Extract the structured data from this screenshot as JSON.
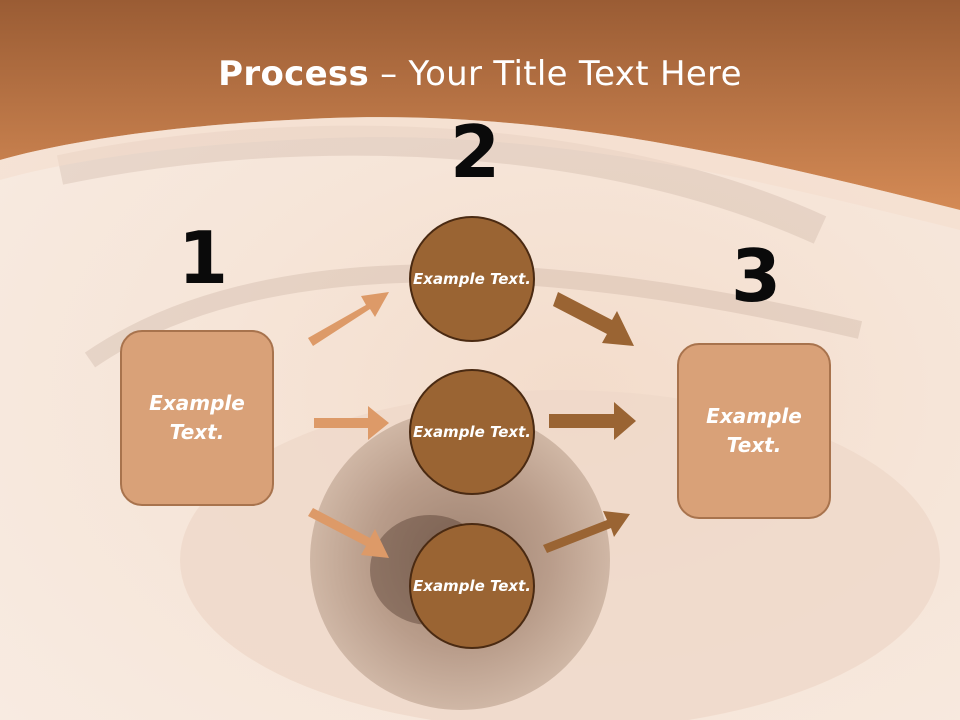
{
  "title": {
    "strong": "Process",
    "rest": " – Your Title Text Here"
  },
  "steps": {
    "one": "1",
    "two": "2",
    "three": "3"
  },
  "left_box": "Example Text.",
  "right_box": "Example Text.",
  "circles": [
    "Example Text.",
    "Example Text.",
    "Example Text."
  ],
  "colors": {
    "header": "#c9804a",
    "box": "#d9a178",
    "circle": "#9a6433",
    "arrow_light": "#dd9a68",
    "arrow_dark": "#9a6433"
  }
}
